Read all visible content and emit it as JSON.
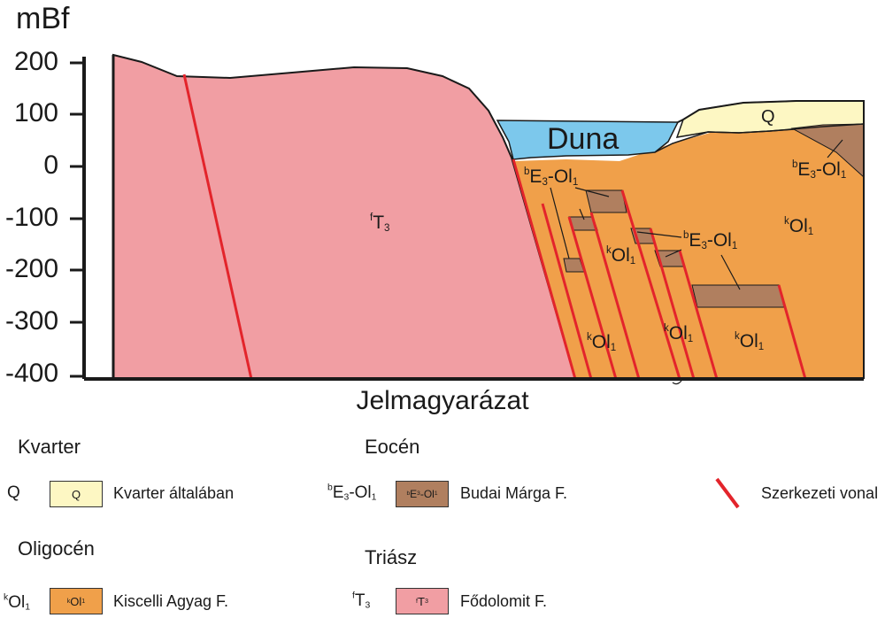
{
  "section": {
    "y_axis_title": "mBf",
    "y_ticks": [
      "200",
      "100",
      "0",
      "-100",
      "-200",
      "-300",
      "-400"
    ],
    "labels": {
      "river": "Duna",
      "quaternary": "Q",
      "dolomite": {
        "sup": "f",
        "main": "T",
        "sub": "3"
      },
      "marl": {
        "sup": "b",
        "main": "E",
        "sub": "3",
        "rest": "-Ol",
        "sub2": "1"
      },
      "clay": {
        "sup": "k",
        "main": "Ol",
        "sub": "1"
      }
    }
  },
  "legend": {
    "title": "Jelmagyarázat",
    "headings": {
      "quaternary": "Kvarter",
      "eocene": "Eocén",
      "oligocene": "Oligocén",
      "triassic": "Triász"
    },
    "items": {
      "quaternary": {
        "symbol": "Q",
        "swatch": "Q",
        "label": "Kvarter általában",
        "color": "#fdf7c3"
      },
      "marl": {
        "symbol_sup": "b",
        "symbol_main": "E",
        "symbol_sub": "3",
        "symbol_rest": "-Ol",
        "symbol_sub2": "1",
        "label": "Budai Márga F.",
        "color": "#b07f5f"
      },
      "fault": {
        "label": "Szerkezeti vonal",
        "color": "#e3242b"
      },
      "clay": {
        "symbol_sup": "k",
        "symbol_main": "Ol",
        "symbol_sub": "1",
        "label": "Kiscelli Agyag F.",
        "color": "#f0a04a"
      },
      "dolomite": {
        "symbol_sup": "f",
        "symbol_main": "T",
        "symbol_sub": "3",
        "label": "Fődolomit F.",
        "color": "#f19ea3"
      }
    }
  },
  "colors": {
    "water": "#7cc8ec",
    "outline": "#1a1a1a"
  }
}
